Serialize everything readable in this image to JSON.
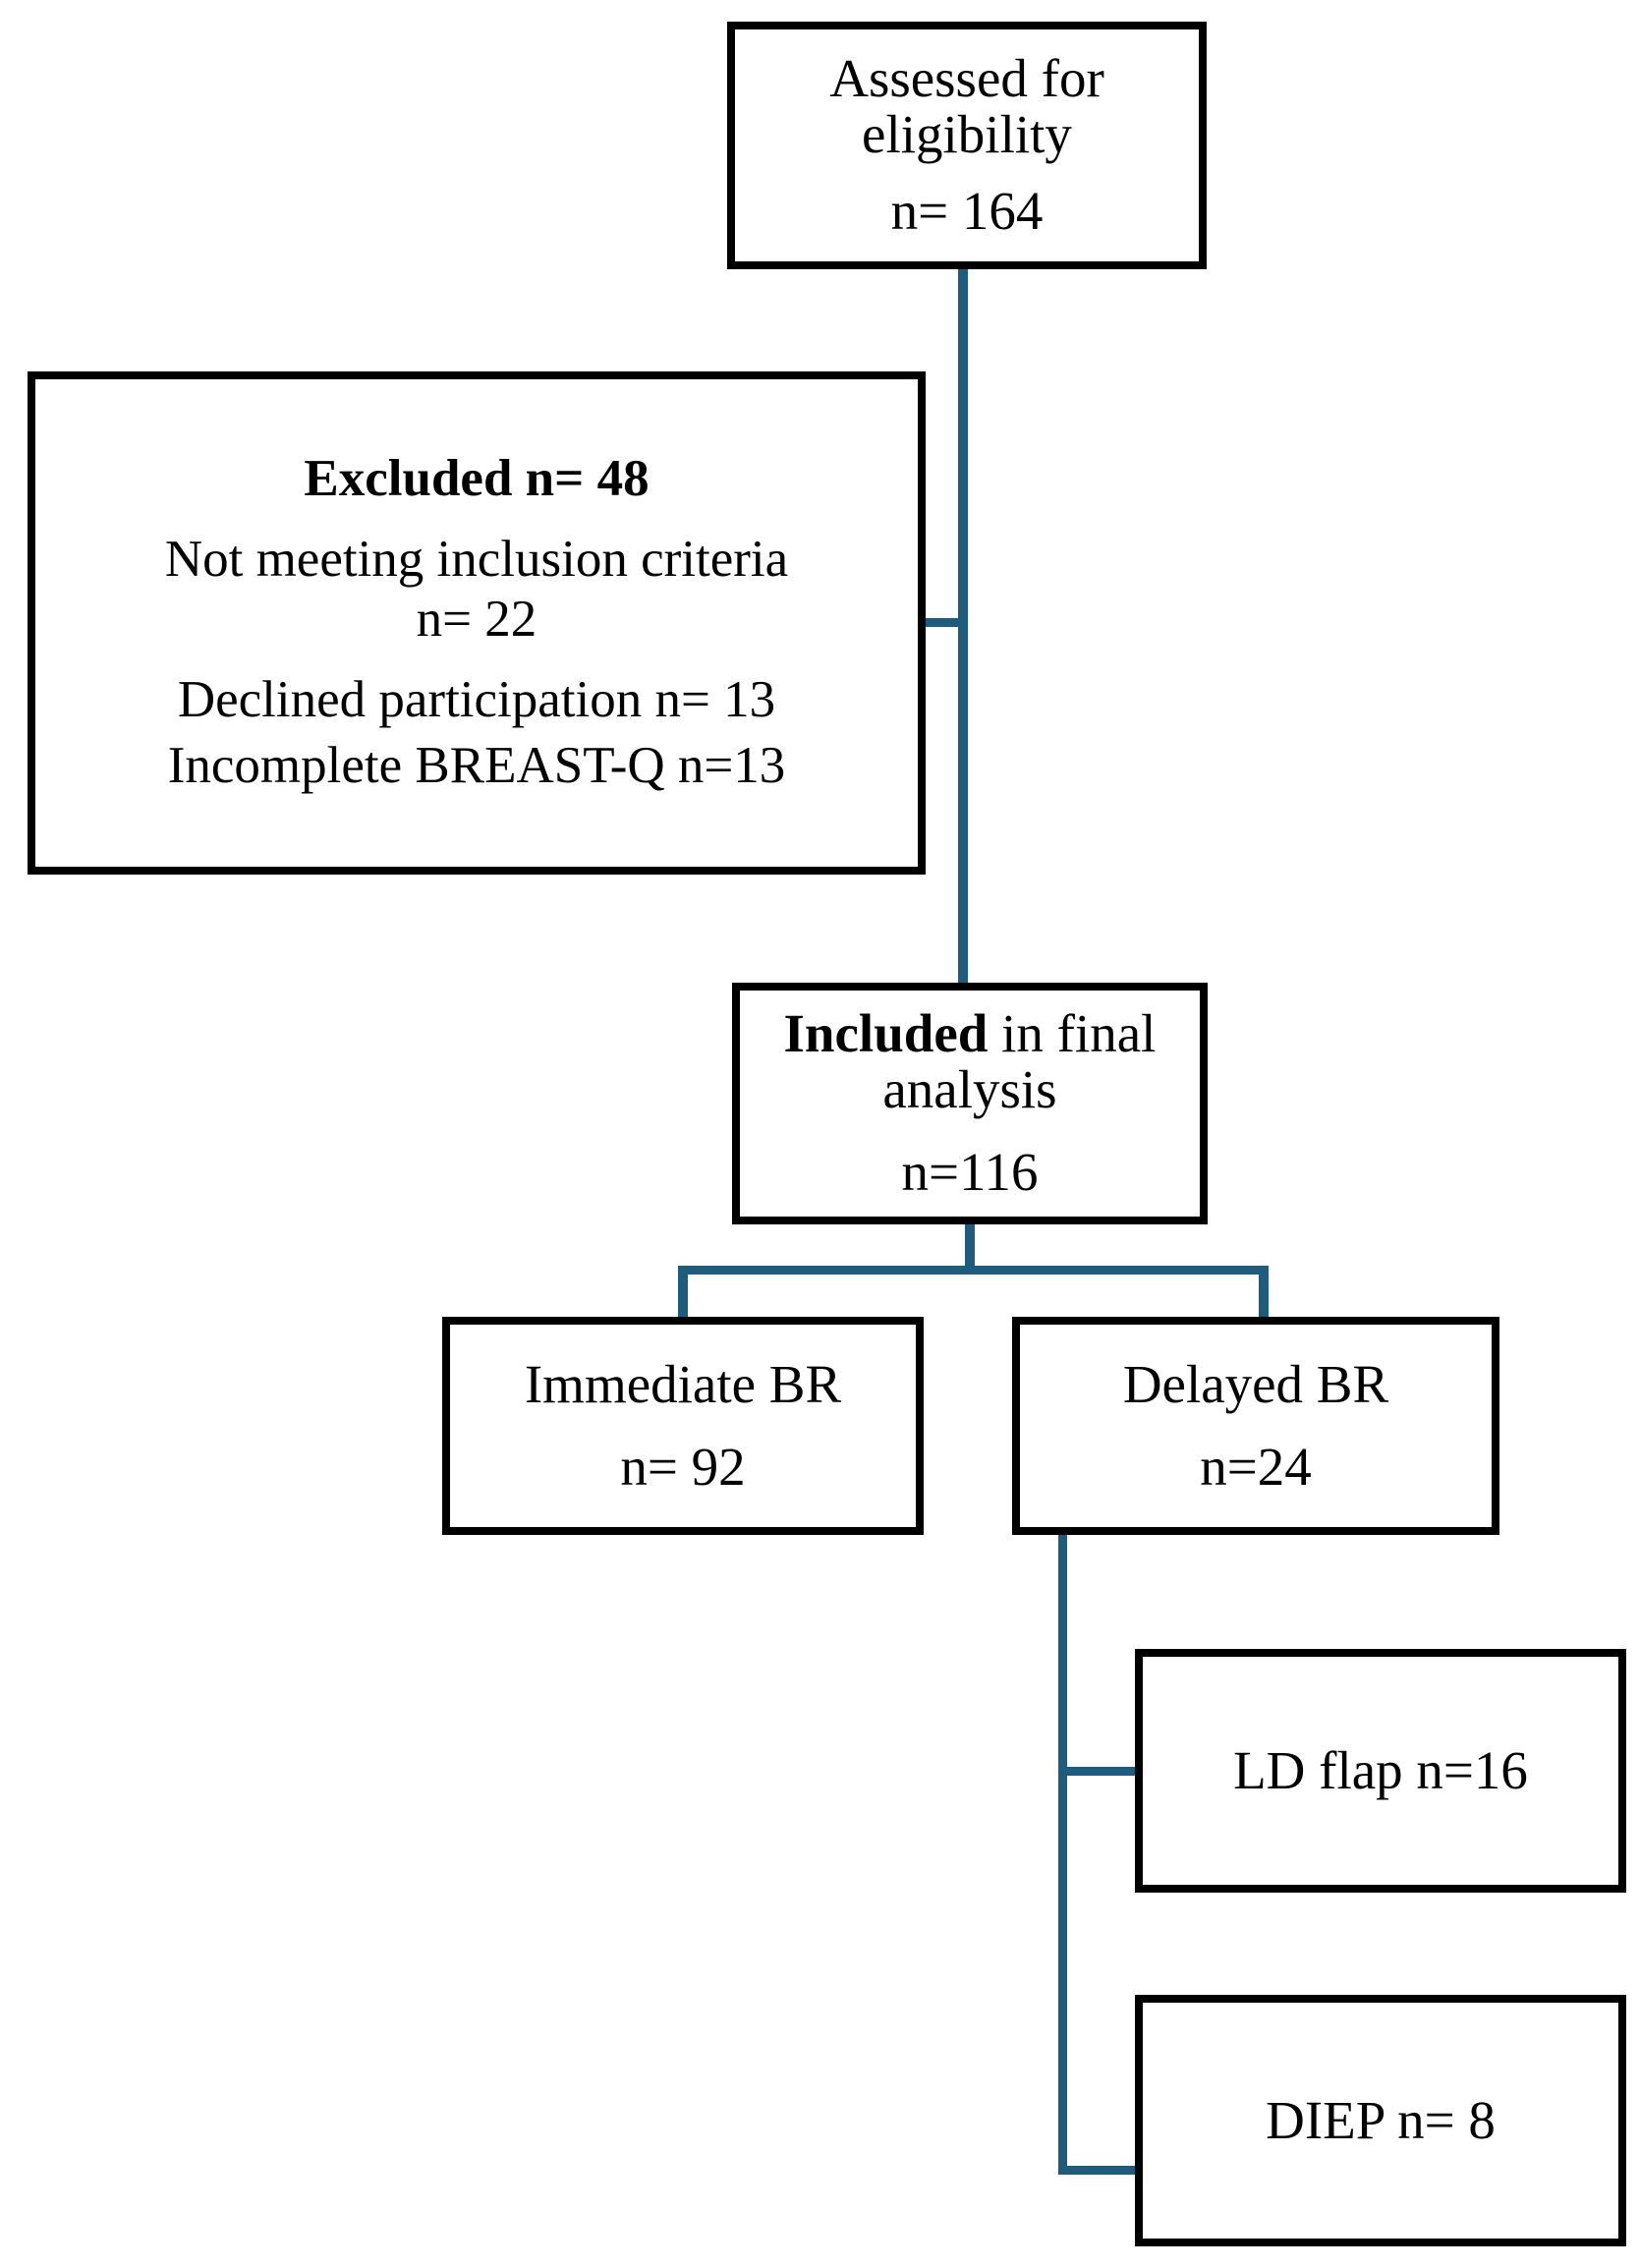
{
  "diagram": {
    "type": "consort-flow-diagram",
    "accent_color": "#1e5c7e",
    "border_color": "#000000",
    "background_color": "#ffffff"
  },
  "nodes": {
    "assessed": {
      "line1": "Assessed for",
      "line2": "eligibility",
      "count": "n= 164"
    },
    "excluded": {
      "title": "Excluded n= 48",
      "title_bold_part": "Excluded n= 48",
      "reason1_line1": "Not meeting inclusion criteria",
      "reason1_line2": "n= 22",
      "reason2": "Declined participation n= 13",
      "reason3": "Incomplete BREAST-Q n=13"
    },
    "included": {
      "bold_word": "Included",
      "rest": " in final",
      "line2": "analysis",
      "count": "n=116"
    },
    "immediate_br": {
      "label": "Immediate BR",
      "count": "n= 92"
    },
    "delayed_br": {
      "label": "Delayed BR",
      "count": "n=24"
    },
    "ld_flap": {
      "label": "LD flap n=16"
    },
    "diep": {
      "label": "DIEP n= 8"
    }
  },
  "chart_data": {
    "type": "diagram",
    "title": "CONSORT participant flow",
    "nodes": [
      {
        "id": "assessed",
        "label": "Assessed for eligibility",
        "n": 164
      },
      {
        "id": "excluded",
        "label": "Excluded",
        "n": 48,
        "reasons": [
          {
            "label": "Not meeting inclusion criteria",
            "n": 22
          },
          {
            "label": "Declined participation",
            "n": 13
          },
          {
            "label": "Incomplete BREAST-Q",
            "n": 13
          }
        ]
      },
      {
        "id": "included",
        "label": "Included in final analysis",
        "n": 116
      },
      {
        "id": "immediate_br",
        "label": "Immediate BR",
        "n": 92
      },
      {
        "id": "delayed_br",
        "label": "Delayed BR",
        "n": 24
      },
      {
        "id": "ld_flap",
        "label": "LD flap",
        "n": 16
      },
      {
        "id": "diep",
        "label": "DIEP",
        "n": 8
      }
    ],
    "edges": [
      {
        "from": "assessed",
        "to": "excluded"
      },
      {
        "from": "assessed",
        "to": "included"
      },
      {
        "from": "included",
        "to": "immediate_br"
      },
      {
        "from": "included",
        "to": "delayed_br"
      },
      {
        "from": "delayed_br",
        "to": "ld_flap"
      },
      {
        "from": "delayed_br",
        "to": "diep"
      }
    ]
  }
}
